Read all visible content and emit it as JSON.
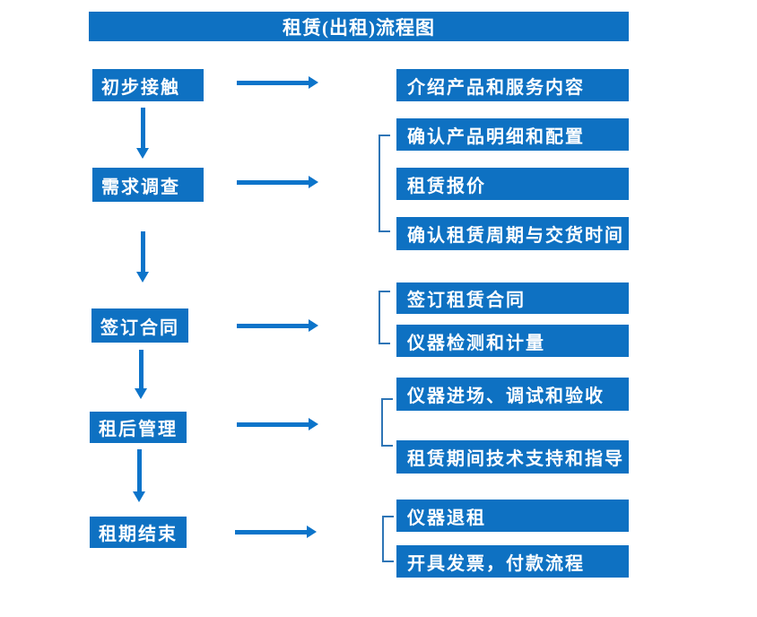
{
  "title": "租赁(出租)流程图",
  "colors": {
    "box_blue": "#0E71C2",
    "arrow_blue": "#0C74CA",
    "bracket_blue": "#2E75B6",
    "text_white": "#FFFFFF"
  },
  "stages": [
    {
      "label": "初步接触",
      "outputs": [
        "介绍产品和服务内容"
      ]
    },
    {
      "label": "需求调查",
      "outputs": [
        "确认产品明细和配置",
        "租赁报价",
        "确认租赁周期与交货时间"
      ]
    },
    {
      "label": "签订合同",
      "outputs": [
        "签订租赁合同",
        "仪器检测和计量"
      ]
    },
    {
      "label": "租后管理",
      "outputs": [
        "仪器进场、调试和验收",
        "租赁期间技术支持和指导"
      ]
    },
    {
      "label": "租期结束",
      "outputs": [
        "仪器退租",
        "开具发票，付款流程"
      ]
    }
  ]
}
